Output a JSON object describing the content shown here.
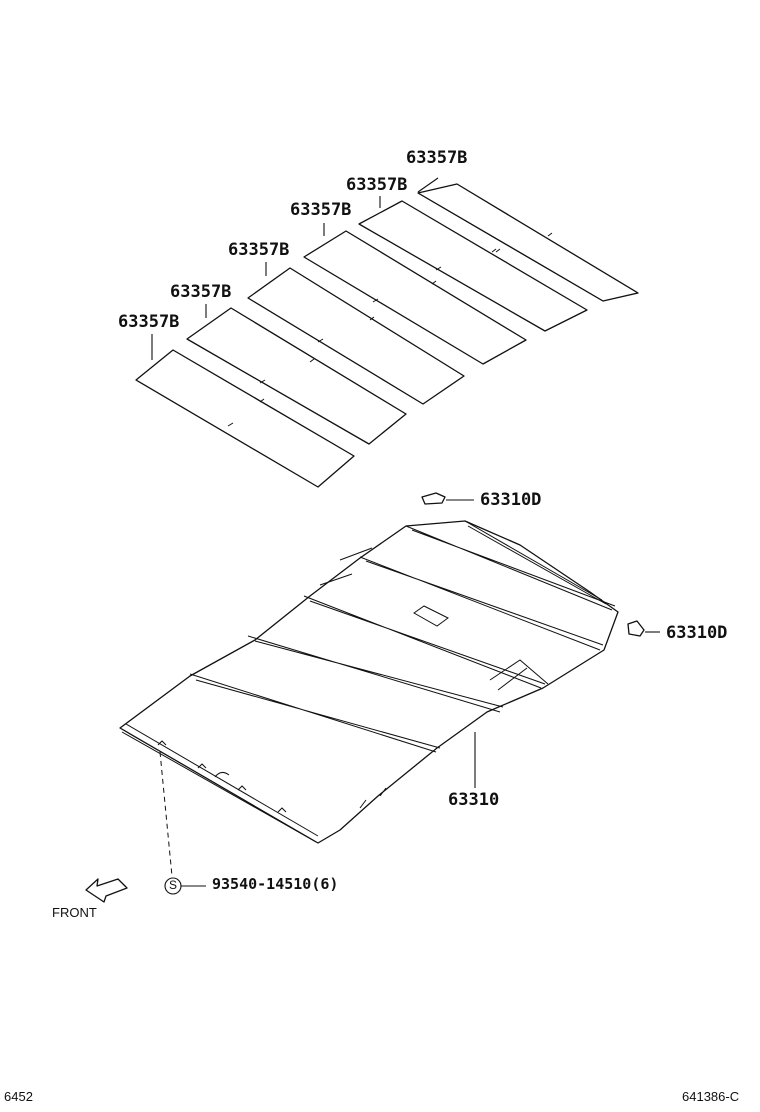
{
  "diagram": {
    "pads": [
      {
        "part_no": "63357B"
      },
      {
        "part_no": "63357B"
      },
      {
        "part_no": "63357B"
      },
      {
        "part_no": "63357B"
      },
      {
        "part_no": "63357B"
      },
      {
        "part_no": "63357B"
      }
    ],
    "holder_left": {
      "part_no": "63310D"
    },
    "holder_right": {
      "part_no": "63310D"
    },
    "headliner": {
      "part_no": "63310"
    },
    "clip": {
      "symbol": "S",
      "part_no": "93540-14510(6)"
    },
    "front_label": "FRONT",
    "footer_left": "6452",
    "footer_right": "641386-C"
  }
}
